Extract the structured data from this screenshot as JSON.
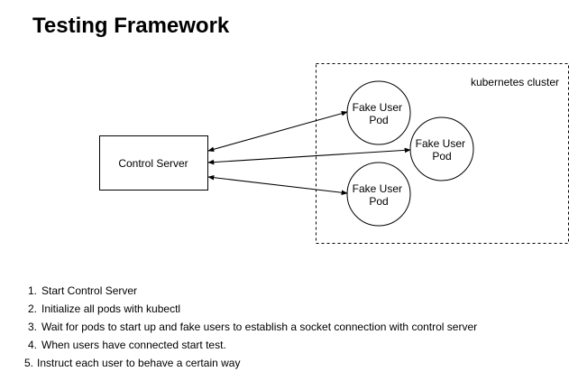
{
  "title": "Testing Framework",
  "diagram": {
    "cluster_label": "kubernetes cluster",
    "control_server_label": "Control Server",
    "pods": [
      {
        "line1": "Fake User",
        "line2": "Pod"
      },
      {
        "line1": "Fake User",
        "line2": "Pod"
      },
      {
        "line1": "Fake User",
        "line2": "Pod"
      }
    ]
  },
  "steps": [
    {
      "number": "1.",
      "text": "Start Control Server"
    },
    {
      "number": "2.",
      "text": "Initialize all pods with kubectl"
    },
    {
      "number": "3.",
      "text": "Wait for pods to start up and fake users to establish a socket connection with control server"
    },
    {
      "number": "4.",
      "text": "When users have connected start test."
    },
    {
      "number": "5.",
      "text": "Instruct each user to behave a certain way"
    }
  ]
}
